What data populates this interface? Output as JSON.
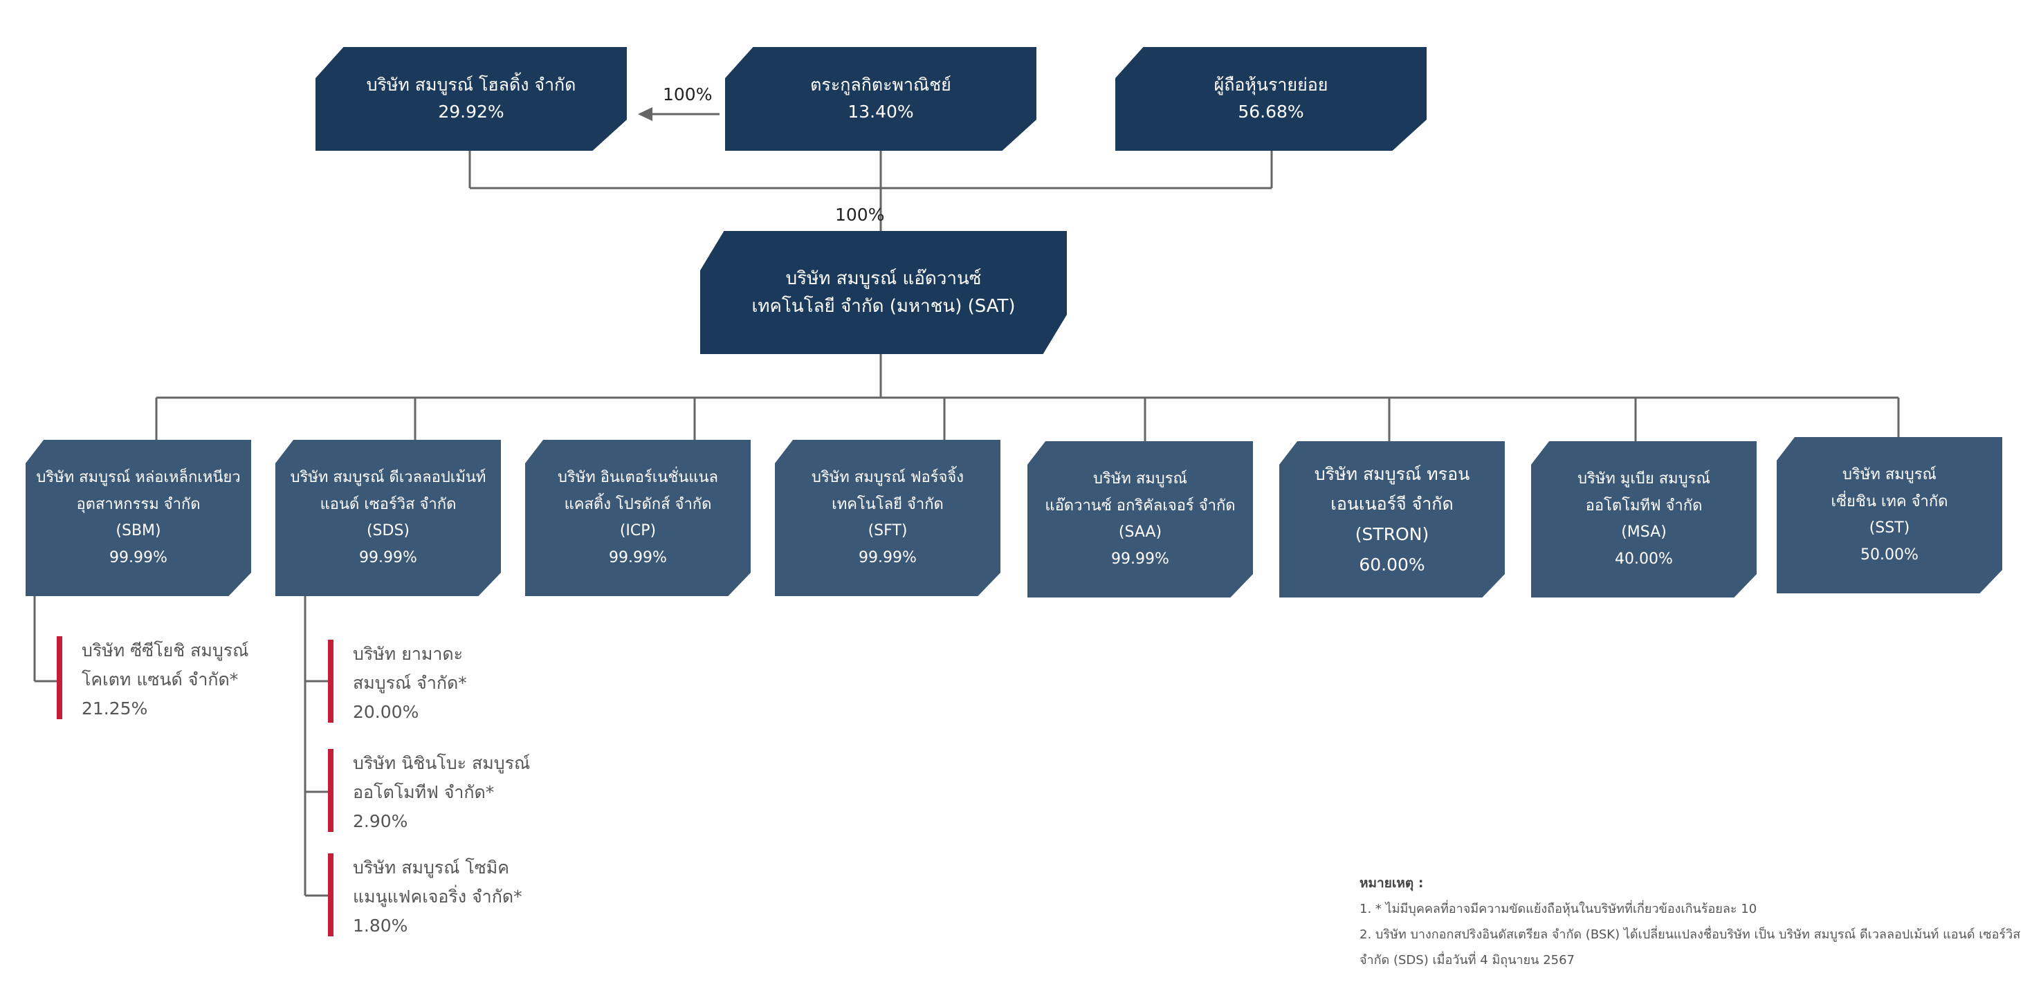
{
  "top_boxes": [
    {
      "name": "บริษัท สมบูรณ์ โฮลดิ้ง จำกัด",
      "pct": "29.92%"
    },
    {
      "name": "ตระกูลกิตะพาณิชย์",
      "pct": "13.40%"
    },
    {
      "name": "ผู้ถือหุ้นรายย่อย",
      "pct": "56.68%"
    }
  ],
  "link_labels": {
    "holding_link": "100%",
    "sat_link": "100%"
  },
  "sat": {
    "line1": "บริษัท สมบูรณ์ แอ๊ดวานซ์",
    "line2": "เทคโนโลยี จำกัด (มหาชน) (SAT)"
  },
  "subsidiaries": [
    {
      "line1": "บริษัท สมบูรณ์ หล่อเหล็กเหนียว",
      "line2": "อุตสาหกรรม จำกัด",
      "code": "(SBM)",
      "pct": "99.99%"
    },
    {
      "line1": "บริษัท สมบูรณ์ ดีเวลลอปเม้นท์",
      "line2": "แอนด์ เซอร์วิส จำกัด",
      "code": "(SDS)",
      "pct": "99.99%"
    },
    {
      "line1": "บริษัท อินเตอร์เนชั่นแนล",
      "line2": "แคสติ้ง โปรดักส์ จำกัด",
      "code": "(ICP)",
      "pct": "99.99%"
    },
    {
      "line1": "บริษัท สมบูรณ์ ฟอร์จจิ้ง",
      "line2": "เทคโนโลยี จำกัด",
      "code": "(SFT)",
      "pct": "99.99%"
    },
    {
      "line1": "บริษัท สมบูรณ์",
      "line2": "แอ๊ดวานซ์ อกริคัลเจอร์ จำกัด",
      "code": "(SAA)",
      "pct": "99.99%"
    },
    {
      "line1": "บริษัท สมบูรณ์ ทรอน",
      "line2": "เอนเนอร์จี จำกัด",
      "code": "(STRON)",
      "pct": "60.00%"
    },
    {
      "line1": "บริษัท มูเบีย สมบูรณ์",
      "line2": "ออโตโมทีฟ จำกัด",
      "code": "(MSA)",
      "pct": "40.00%"
    },
    {
      "line1": "บริษัท สมบูรณ์",
      "line2": "เซี่ยชิน เทค จำกัด",
      "code": "(SST)",
      "pct": "50.00%"
    }
  ],
  "affiliates": [
    {
      "line1": "บริษัท ซีซีโยชิ สมบูรณ์",
      "line2": "โคเตท แซนด์ จำกัด*",
      "pct": "21.25%"
    },
    {
      "line1": "บริษัท ยามาดะ",
      "line2": "สมบูรณ์ จำกัด*",
      "pct": "20.00%"
    },
    {
      "line1": "บริษัท นิชินโบะ สมบูรณ์",
      "line2": "ออโตโมทีฟ จำกัด*",
      "pct": "2.90%"
    },
    {
      "line1": "บริษัท สมบูรณ์ โซมิค",
      "line2": "แมนูแฟคเจอริ่ง จำกัด*",
      "pct": "1.80%"
    }
  ],
  "notes": {
    "heading": "หมายเหตุ :",
    "note1": "1. * ไม่มีบุคคลที่อาจมีความขัดแย้งถือหุ้นในบริษัทที่เกี่ยวข้องเกินร้อยละ 10",
    "note2a": "2. บริษัท บางกอกสปริงอินดัสเตรียล จำกัด (BSK) ได้เปลี่ยนแปลงชื่อบริษัท เป็น บริษัท สมบูรณ์ ดีเวลลอปเม้นท์ แอนด์ เซอร์วิส",
    "note2b": "จำกัด (SDS) เมื่อวันที่ 4 มิถุนายน 2567"
  },
  "colors": {
    "dark_box": "#1b3a5b",
    "sub_box": "#3b5877",
    "accent_bar": "#c41e3a",
    "line": "#666666"
  }
}
